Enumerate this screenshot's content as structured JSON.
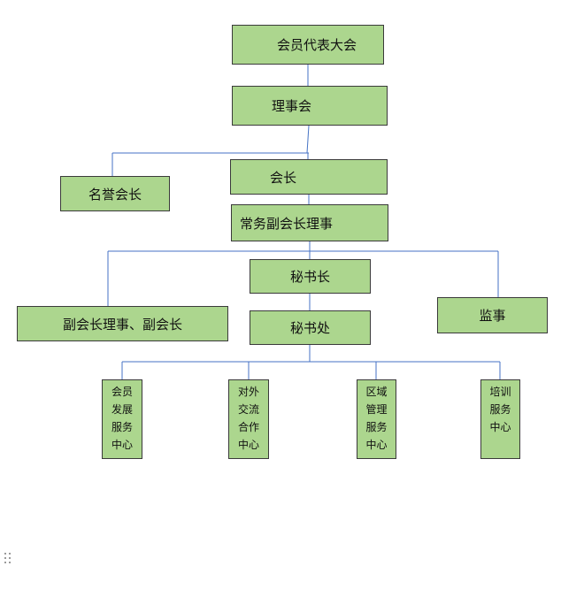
{
  "diagram": {
    "line_color": "#4472c4",
    "box_fill": "#acd68e",
    "box_border": "#3a3a3a",
    "nodes": {
      "assembly": "会员代表大会",
      "council": "理事会",
      "honorary_president": "名誉会长",
      "president": "会长",
      "standing_vp": "常务副会长理事",
      "secretary_general": "秘书长",
      "vice_presidents": "副会长理事、副会长",
      "supervisor": "监事",
      "secretariat": "秘书处",
      "member_service": "会员发展服务中心",
      "exchange": "对外交流合作中心",
      "regional": "区域管理服务中心",
      "training": "培训服务中心"
    },
    "icons": {
      "drag_handle": "drag-handle-icon"
    }
  }
}
